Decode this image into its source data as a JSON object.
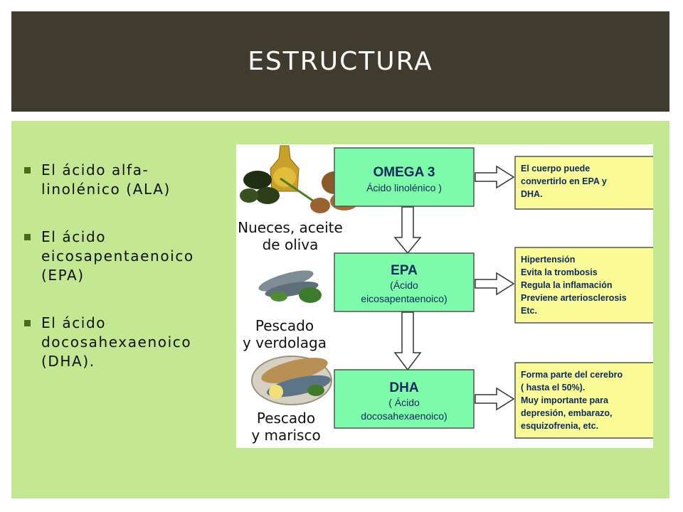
{
  "header": {
    "title": "ESTRUCTURA"
  },
  "bullets": [
    {
      "lines": [
        "El ácido alfa-",
        "linolénico (ALA)"
      ]
    },
    {
      "lines": [
        "El ácido",
        "eicosapentaenoico",
        "(EPA)"
      ]
    },
    {
      "lines": [
        "El ácido",
        "docosahexaenoico",
        "(DHA)."
      ]
    }
  ],
  "diagram": {
    "sources": [
      {
        "lines": [
          "Nueces, aceite",
          "de oliva"
        ]
      },
      {
        "lines": [
          "Pescado",
          "y verdolaga"
        ]
      },
      {
        "lines": [
          "Pescado",
          "y marisco"
        ]
      }
    ],
    "boxes": [
      {
        "title": "OMEGA 3",
        "sub": [
          "Ácido linolénico )"
        ]
      },
      {
        "title": "EPA",
        "sub": [
          "(Ácido",
          "eicosapentaenoico)"
        ]
      },
      {
        "title": "DHA",
        "sub": [
          "( Ácido",
          "docosahexaenoico)"
        ]
      }
    ],
    "notes": [
      {
        "lines": [
          "El cuerpo puede",
          "convertirlo en EPA y",
          "DHA."
        ]
      },
      {
        "lines": [
          "Hipertensión",
          "Evita la trombosis",
          "Regula la inflamación",
          "Previene arteriosclerosis",
          "Etc."
        ]
      },
      {
        "lines": [
          "Forma parte del cerebro",
          "( hasta el 50%).",
          "Muy importante para",
          "depresión, embarazo,",
          "esquizofrenia, etc."
        ]
      }
    ]
  },
  "colors": {
    "header_bg": "#3f3b2f",
    "content_bg": "#c4e892",
    "box_green": "#7dfaaa",
    "note_yellow": "#fafa96"
  }
}
